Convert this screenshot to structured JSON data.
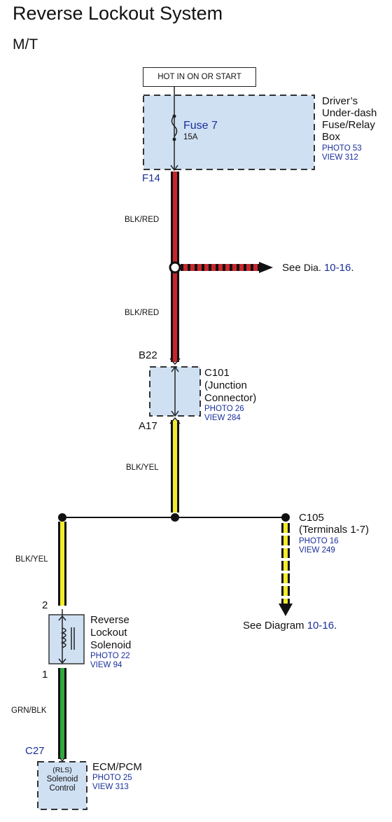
{
  "title": "Reverse Lockout System",
  "subtitle": "M/T",
  "power_label": "HOT IN ON OR START",
  "fuse_box": {
    "fuse_name": "Fuse 7",
    "fuse_rating": "15A",
    "name_lines": [
      "Driver’s",
      "Under-dash",
      "Fuse/Relay",
      "Box"
    ],
    "photo": "PHOTO 53",
    "view": "VIEW 312",
    "pin": "F14"
  },
  "wire_labels": {
    "blk_red_1": "BLK/RED",
    "blk_red_2": "BLK/RED",
    "blk_yel_1": "BLK/YEL",
    "blk_yel_2": "BLK/YEL",
    "grn_blk": "GRN/BLK"
  },
  "branch_to_dia": {
    "text": "See",
    "dia": "Dia.",
    "ref": "10-16",
    "period": "."
  },
  "c101": {
    "pin_top": "B22",
    "pin_bottom": "A17",
    "name_lines": [
      "C101",
      "(Junction",
      "Connector)"
    ],
    "photo": "PHOTO 26",
    "view": "VIEW 284"
  },
  "c105": {
    "name_lines": [
      "C105",
      "(Terminals 1-7)"
    ],
    "photo": "PHOTO 16",
    "view": "VIEW 249"
  },
  "see_diagram": {
    "text": "See Diagram",
    "ref": "10-16",
    "period": "."
  },
  "solenoid": {
    "pin_top": "2",
    "pin_bottom": "1",
    "name_lines": [
      "Reverse",
      "Lockout",
      "Solenoid"
    ],
    "photo": "PHOTO 22",
    "view": "VIEW 94"
  },
  "ecm": {
    "pin": "C27",
    "box_lines": [
      "(RLS)",
      "Solenoid",
      "Control"
    ],
    "name": "ECM/PCM",
    "photo": "PHOTO 25",
    "view": "VIEW 313"
  },
  "colors": {
    "box_fill": "#cfe0f3",
    "red_wire": "#c8262c",
    "yellow_wire": "#f2ec2a",
    "green_wire": "#2faa3c",
    "ref_blue": "#1a2f9c"
  }
}
